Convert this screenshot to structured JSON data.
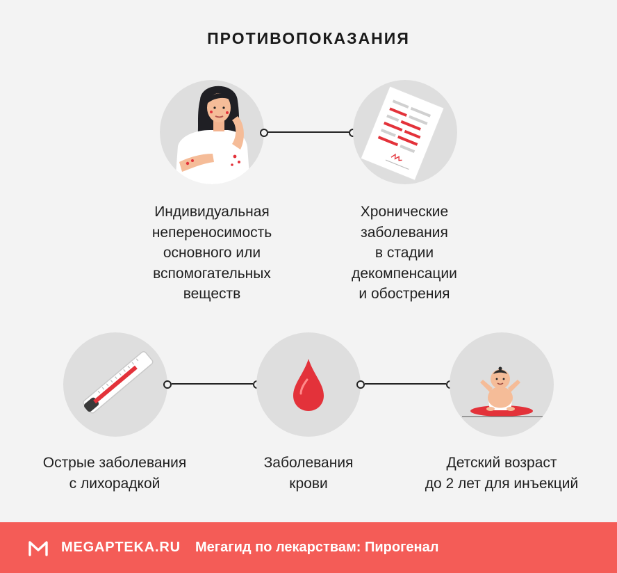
{
  "title": "ПРОТИВОПОКАЗАНИЯ",
  "items": [
    {
      "label": "Индивидуальная\nнепереносимость\nосновного или\nвспомогательных\nвеществ",
      "icon": "woman-allergy-icon"
    },
    {
      "label": "Хронические\nзаболевания\nв стадии\nдекомпенсации\nи обострения",
      "icon": "medical-document-icon"
    },
    {
      "label": "Острые заболевания\nс лихорадкой",
      "icon": "thermometer-icon"
    },
    {
      "label": "Заболевания\nкрови",
      "icon": "blood-drop-icon"
    },
    {
      "label": "Детский возраст\nдо 2 лет для инъекций",
      "icon": "baby-icon"
    }
  ],
  "footer": {
    "brand": "MEGAPTEKA.RU",
    "tagline": "Мегагид по лекарствам: Пирогенал"
  },
  "colors": {
    "accent": "#f45c57",
    "circle": "#dedede",
    "background": "#f3f3f3",
    "icon_red": "#e3323a"
  }
}
